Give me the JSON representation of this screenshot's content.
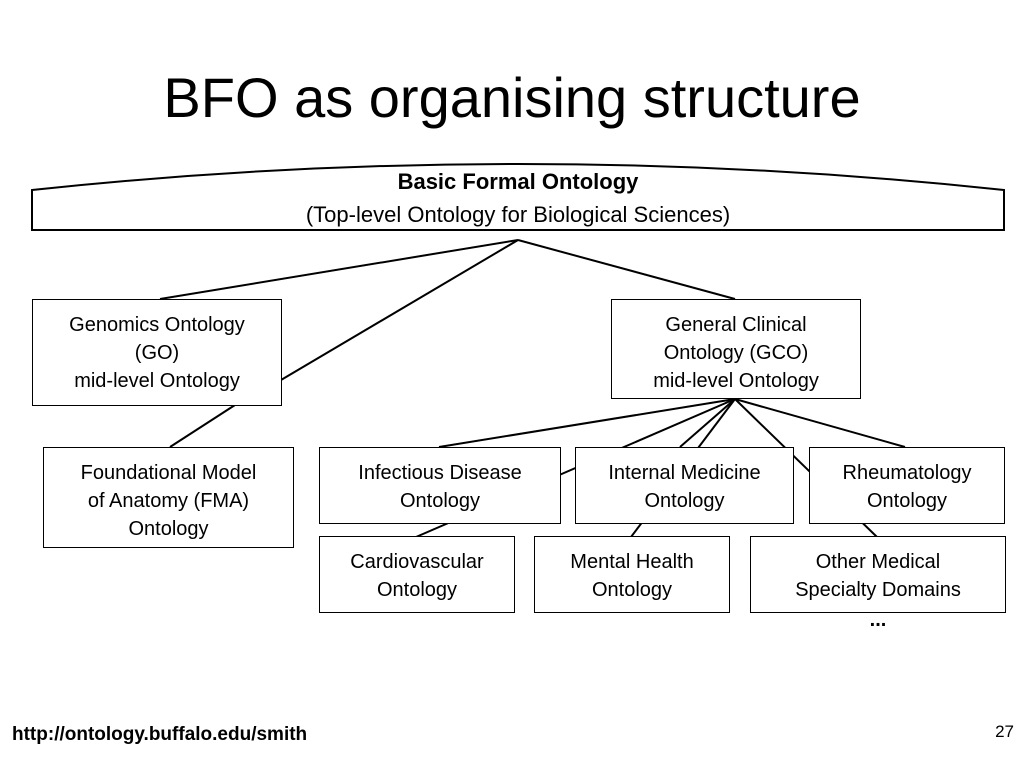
{
  "slide": {
    "title": "BFO as organising structure",
    "footer_url": "http://ontology.buffalo.edu/smith",
    "page_number": "27"
  },
  "top_ontology": {
    "name": "Basic Formal Ontology",
    "subtitle": "(Top-level Ontology for Biological Sciences)"
  },
  "nodes": {
    "go": [
      "Genomics Ontology",
      "(GO)",
      "mid-level Ontology"
    ],
    "gco": [
      "General Clinical",
      "Ontology (GCO)",
      "mid-level Ontology"
    ],
    "fma": [
      "Foundational Model",
      "of Anatomy (FMA)",
      "Ontology"
    ],
    "infectious": [
      "Infectious Disease",
      "Ontology"
    ],
    "internal": [
      "Internal Medicine",
      "Ontology"
    ],
    "rheumatology": [
      "Rheumatology",
      "Ontology"
    ],
    "cardio": [
      "Cardiovascular",
      "Ontology"
    ],
    "mental": [
      "Mental Health",
      "Ontology"
    ],
    "other": [
      "Other Medical",
      "Specialty Domains"
    ]
  },
  "continuation": "..."
}
